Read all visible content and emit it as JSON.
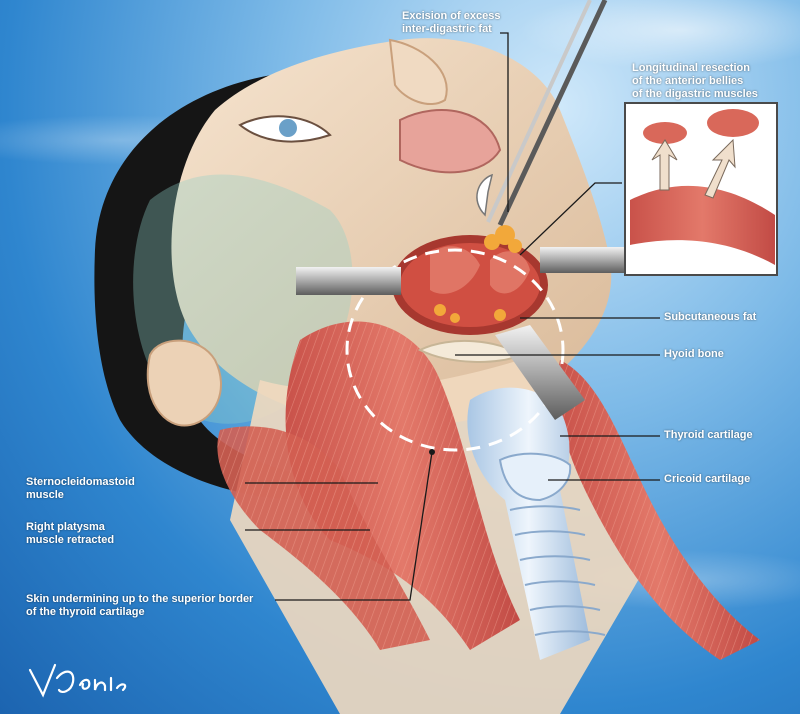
{
  "labels": {
    "excision": [
      "Excision of excess",
      "inter-digastric fat"
    ],
    "resection": [
      "Longitudinal resection",
      "of the anterior bellies",
      "of the digastric muscles"
    ],
    "subcutaneous_fat": "Subcutaneous fat",
    "hyoid_bone": "Hyoid bone",
    "thyroid_cartilage": "Thyroid cartilage",
    "cricoid_cartilage": "Cricoid cartilage",
    "sternocleidomastoid": [
      "Sternocleidomastoid",
      "muscle"
    ],
    "platysma": [
      "Right platysma",
      "muscle retracted"
    ],
    "skin_undermining": [
      "Skin undermining up to the superior border",
      "of the thyroid cartilage"
    ]
  },
  "signature": "V.Denis",
  "colors": {
    "sky": "#2f86cf",
    "muscle": "#d9685a",
    "skin": "#f2dcc2",
    "cartilage": "#cfe2f5",
    "fat": "#f2a83a",
    "label_text": "#ffffff",
    "leader_line": "#1a1a1a"
  }
}
